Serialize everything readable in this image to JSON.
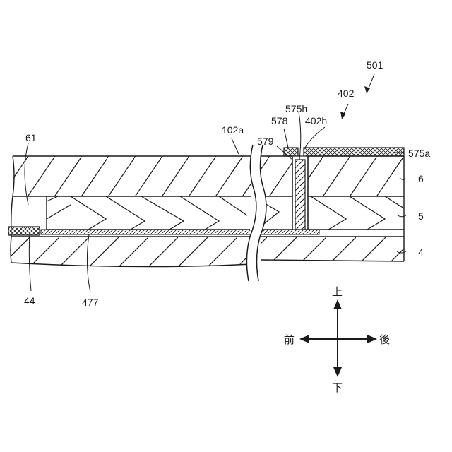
{
  "labels": {
    "l501": "501",
    "l402": "402",
    "l575h": "575h",
    "l578": "578",
    "l402h": "402h",
    "l102a": "102a",
    "l579": "579",
    "l61": "61",
    "l575a": "575a",
    "l6": "6",
    "l5": "5",
    "l4": "4",
    "l44": "44",
    "l477": "477"
  },
  "directions": {
    "up": "上",
    "down": "下",
    "front": "前",
    "back": "後"
  }
}
